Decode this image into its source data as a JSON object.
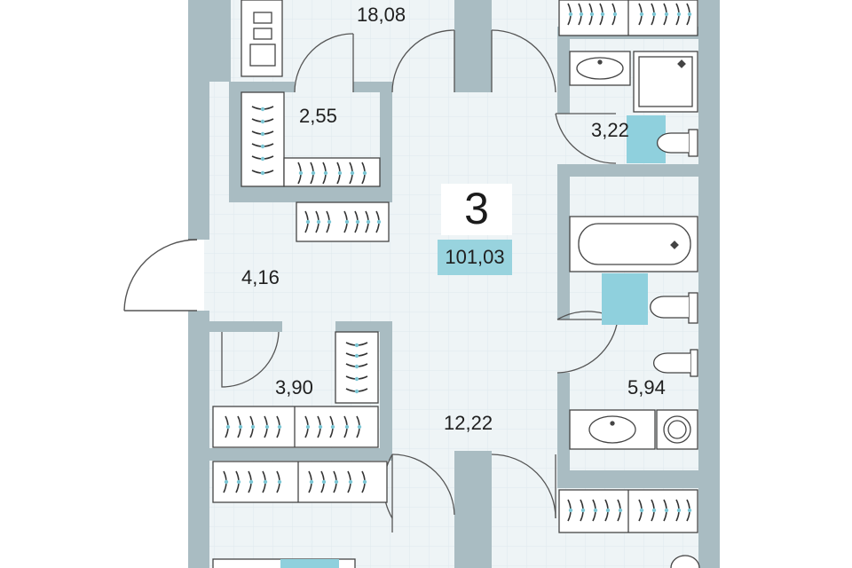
{
  "apartment": {
    "rooms": "3",
    "total_area": "101,03"
  },
  "room_areas": [
    {
      "id": "living",
      "label": "18,08"
    },
    {
      "id": "closet-top",
      "label": "2,55"
    },
    {
      "id": "wc-top",
      "label": "3,22"
    },
    {
      "id": "entry",
      "label": "4,16"
    },
    {
      "id": "closet-mid",
      "label": "3,90"
    },
    {
      "id": "bathroom",
      "label": "5,94"
    },
    {
      "id": "hall",
      "label": "12,22"
    }
  ],
  "colors": {
    "wall": "#a9bcc2",
    "wall_edge": "#8ea3aa",
    "floor_tile": "#eef4f6",
    "tile_line": "#dfe9ed",
    "accent": "#8fd0dd",
    "area_badge": "#98d3de"
  }
}
